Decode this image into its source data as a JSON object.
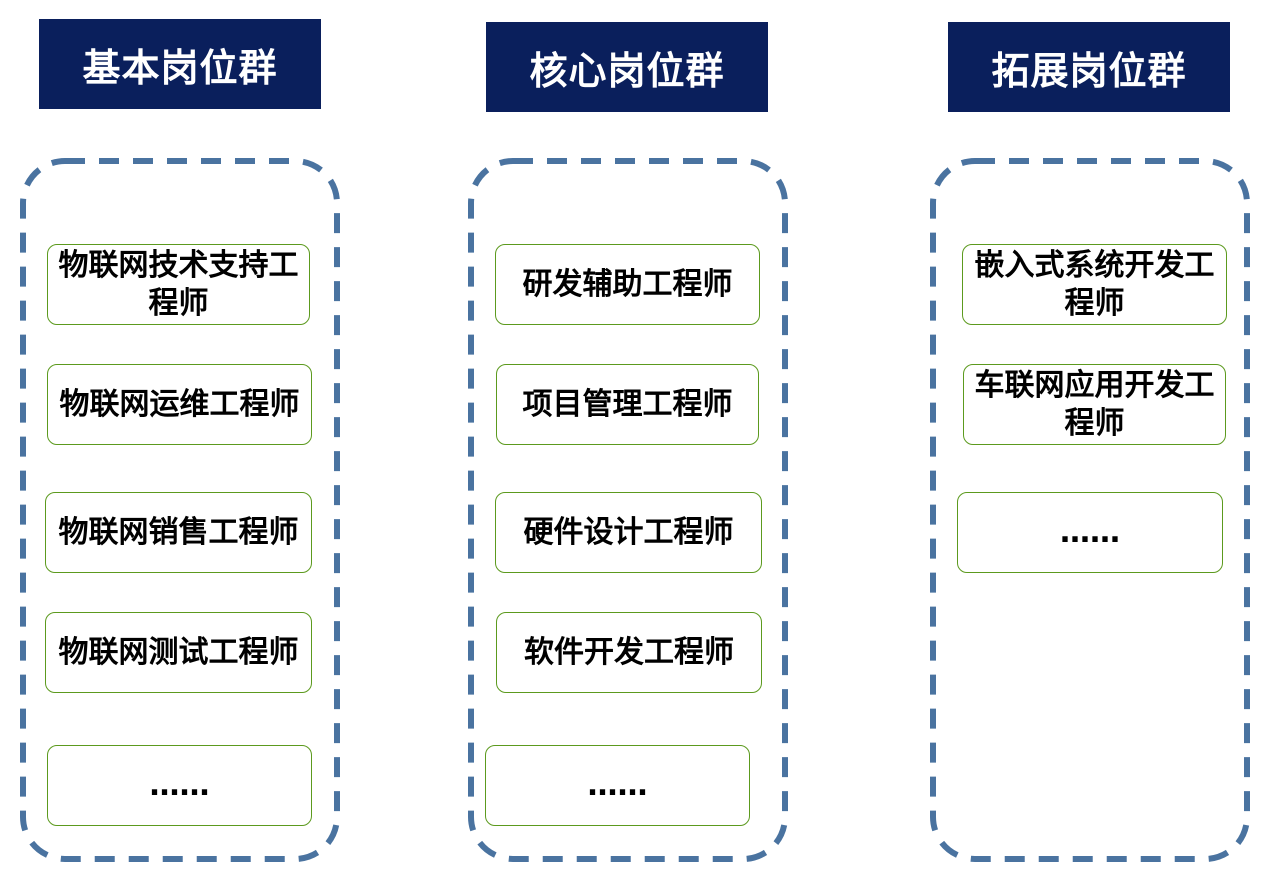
{
  "colors": {
    "header_bg": "#0a1f5c",
    "header_text": "#ffffff",
    "dash_border": "#4a73a0",
    "item_border": "#5c9a1e",
    "item_text": "#000000"
  },
  "groups": [
    {
      "title": "基本岗位群",
      "items": [
        "物联网技术支持工程师",
        "物联网运维工程师",
        "物联网销售工程师",
        "物联网测试工程师",
        "……"
      ]
    },
    {
      "title": "核心岗位群",
      "items": [
        "研发辅助工程师",
        "项目管理工程师",
        "硬件设计工程师",
        "软件开发工程师",
        "……"
      ]
    },
    {
      "title": "拓展岗位群",
      "items": [
        "嵌入式系统开发工程师",
        "车联网应用开发工程师",
        "……"
      ]
    }
  ]
}
